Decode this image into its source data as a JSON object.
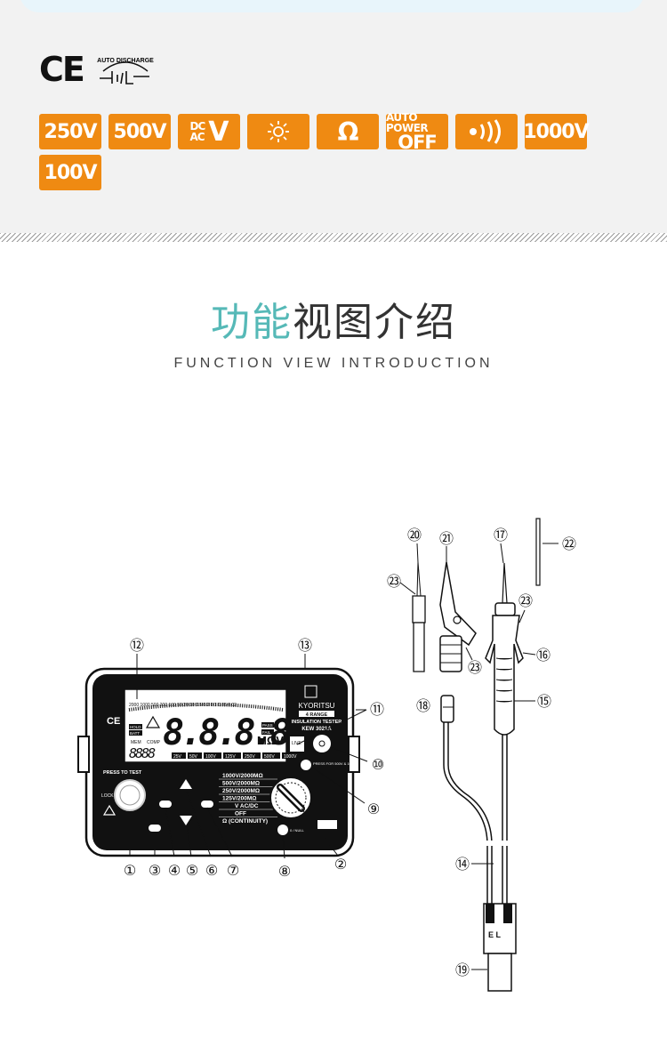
{
  "certifications": {
    "ce": "CE",
    "discharge": "AUTO DISCHARGE"
  },
  "badges": [
    "250V",
    "500V",
    "DC AC V",
    "light",
    "Ω",
    "AUTO POWER OFF",
    "buzzer",
    "1000V",
    "100V"
  ],
  "badge_labels": {
    "v250": "250V",
    "v500": "500V",
    "dc": "DC",
    "ac": "AC",
    "v": "V",
    "ohm": "Ω",
    "auto_power": "AUTO POWER",
    "off": "OFF",
    "v1000": "1000V",
    "v100": "100V"
  },
  "heading": {
    "part1": "功能",
    "part2": "视图介绍",
    "subtitle": "FUNCTION VIEW INTRODUCTION"
  },
  "device": {
    "brand": "KYORITSU",
    "range": "4 RANGE",
    "product": "INSULATION TESTER",
    "model": "KEW 3021A",
    "digits": "8.8.8.8",
    "unit": "MΩV",
    "sub_digits": "8888",
    "live": "LIVE",
    "press_to_test": "PRESS TO TEST",
    "lock": "LOCK",
    "hold": "HOLD",
    "batt": "BATT",
    "mem": "MEM",
    "comp": "COMP",
    "pass": "PASS",
    "fail": "FAIL",
    "scale": "2000 1000 500 200 100 50 20 10 0.5 0.2 0.1 0.05 0.02",
    "ranges": [
      "1000V/2000MΩ",
      "500V/2000MΩ",
      "250V/2000MΩ",
      "125V/200MΩ",
      "V AC/DC",
      "OFF",
      "Ω (CONTINUITY)"
    ],
    "volt_row": [
      "25V",
      "50V",
      "100V",
      "125V",
      "250V",
      "500V",
      "1000V"
    ],
    "press_for": "PRESS FOR 500V & 1000V",
    "nulls": "0 / NULL",
    "el": "E L"
  },
  "callouts": {
    "c1": "①",
    "c2": "②",
    "c3": "③",
    "c4": "④",
    "c5": "⑤",
    "c6": "⑥",
    "c7": "⑦",
    "c8": "⑧",
    "c9": "⑨",
    "c10": "⑩",
    "c11": "⑪",
    "c12": "⑫",
    "c13": "⑬",
    "c14": "⑭",
    "c15": "⑮",
    "c16": "⑯",
    "c17": "⑰",
    "c18": "⑱",
    "c19": "⑲",
    "c20": "⑳",
    "c21": "㉑",
    "c22": "㉒",
    "c23": "㉓"
  }
}
